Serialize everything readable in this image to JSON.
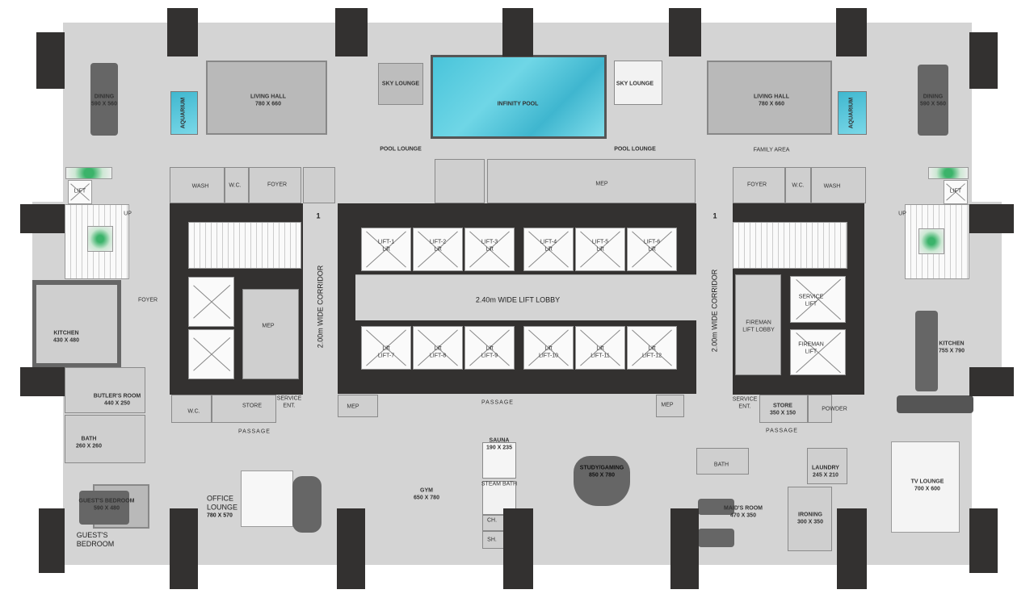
{
  "plan": {
    "colors": {
      "floor": "#d4d4d4",
      "walls": "#333130",
      "pool": "#49c4da",
      "plant": "#3bb36a"
    },
    "icons": [
      "lift-cross-icon",
      "stair-icon",
      "plant-icon",
      "furniture-icon"
    ],
    "corridor_number": "1",
    "corridor_label": "2.00m WIDE CORRIDOR",
    "lobby_label": "2.40m WIDE LIFT LOBBY",
    "lifts_top": [
      "LIFT-1",
      "LIFT-2",
      "LIFT-3",
      "LIFT-4",
      "LIFT-5",
      "LIFT-6"
    ],
    "lifts_bottom": [
      "LIFT-7",
      "LIFT-8",
      "LIFT-9",
      "LIFT-10",
      "LIFT-11",
      "LIFT-12"
    ],
    "lift_word": "Lift",
    "rooms": {
      "dining_l": {
        "name": "DINING",
        "size": "590 X 560"
      },
      "aquarium_l": {
        "name": "AQUARIUM"
      },
      "living_l": {
        "name": "LIVING HALL",
        "size": "780 X 660"
      },
      "sky_l": {
        "name": "SKY LOUNGE"
      },
      "pool": {
        "name": "INFINITY POOL"
      },
      "sky_r": {
        "name": "SKY LOUNGE"
      },
      "pool_lounge_l": {
        "name": "POOL LOUNGE"
      },
      "pool_lounge_r": {
        "name": "POOL LOUNGE"
      },
      "living_r": {
        "name": "LIVING HALL",
        "size": "780 X 660"
      },
      "family": {
        "name": "FAMILY AREA"
      },
      "aquarium_r": {
        "name": "AQUARIUM"
      },
      "dining_r": {
        "name": "DINING",
        "size": "590 X 560"
      },
      "wash_l": {
        "name": "WASH"
      },
      "wc_l": {
        "name": "W.C."
      },
      "foyer_tl": {
        "name": "FOYER"
      },
      "mep_top": {
        "name": "MEP"
      },
      "foyer_tr": {
        "name": "FOYER"
      },
      "wc_r": {
        "name": "W.C."
      },
      "wash_r": {
        "name": "WASH"
      },
      "lift_l": {
        "name": "LIFT"
      },
      "lift_r": {
        "name": "LIFT"
      },
      "up_l": {
        "name": "UP"
      },
      "up_r": {
        "name": "UP"
      },
      "kitchen_l": {
        "name": "KITCHEN",
        "size": "430 X 480"
      },
      "foyer_l": {
        "name": "FOYER"
      },
      "mep_core": {
        "name": "MEP"
      },
      "fireman_lobby": {
        "name": "FIREMAN",
        "name2": "LIFT LOBBY"
      },
      "service_lift": {
        "name": "SERVICE",
        "name2": "LIFT"
      },
      "fireman_lift": {
        "name": "FIREMAN",
        "name2": "LIFT"
      },
      "kitchen_r": {
        "name": "KITCHEN",
        "size": "755 X 790"
      },
      "butler": {
        "name": "BUTLER'S ROOM",
        "size": "440 X 250"
      },
      "wc_b": {
        "name": "W.C."
      },
      "store_b": {
        "name": "STORE"
      },
      "service_ent_l": {
        "name": "SERVICE",
        "name2": "ENT."
      },
      "mep_bl": {
        "name": "MEP"
      },
      "passage_c": {
        "name": "PASSAGE"
      },
      "mep_br": {
        "name": "MEP"
      },
      "service_ent_r": {
        "name": "SERVICE",
        "name2": "ENT."
      },
      "store_r": {
        "name": "STORE",
        "size": "350 X 150"
      },
      "powder": {
        "name": "POWDER"
      },
      "passage_l": {
        "name": "PASSAGE"
      },
      "passage_r": {
        "name": "PASSAGE"
      },
      "bath_l": {
        "name": "BATH",
        "size": "260 X 260"
      },
      "guest_bed": {
        "name": "GUEST'S BEDROOM",
        "size": "590 X 480"
      },
      "guest_bed_caption": {
        "name": "GUEST'S",
        "name2": "BEDROOM"
      },
      "office": {
        "name": "OFFICE",
        "name2": "LOUNGE",
        "size": "780 X 570"
      },
      "gym": {
        "name": "GYM",
        "size": "650 X 780"
      },
      "sauna": {
        "name": "SAUNA",
        "size": "190 X 235"
      },
      "steam": {
        "name": "STEAM BATH"
      },
      "ch": {
        "name": "CH."
      },
      "sh": {
        "name": "SH."
      },
      "study": {
        "name": "STUDY/GAMING",
        "size": "850 X 780"
      },
      "bath_r": {
        "name": "BATH"
      },
      "maid": {
        "name": "MAID'S ROOM",
        "size": "470 X 350"
      },
      "laundry": {
        "name": "LAUNDRY",
        "size": "245 X 210"
      },
      "ironing": {
        "name": "IRONING",
        "size": "300 X 350"
      },
      "tv": {
        "name": "TV LOUNGE",
        "size": "700 X 600"
      }
    }
  }
}
